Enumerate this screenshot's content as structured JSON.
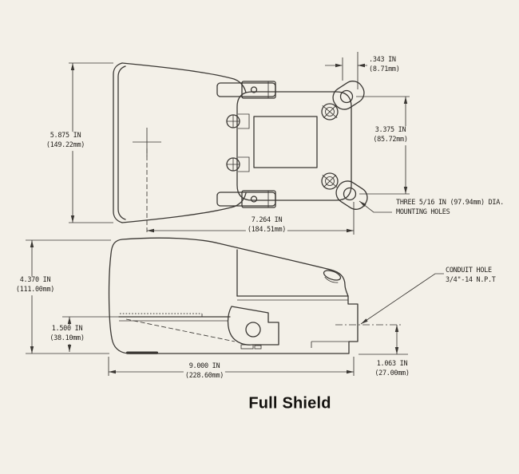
{
  "drawing": {
    "title": "Full Shield",
    "colors": {
      "background": "#f3f0e8",
      "line": "#3a3733",
      "text": "#26231f"
    },
    "top_view": {
      "overall_width": {
        "in": "5.875 IN",
        "mm": "(149.22mm)"
      },
      "hole_inset": {
        "in": ".343 IN",
        "mm": "(8.71mm)"
      },
      "hole_spacing": {
        "in": "3.375 IN",
        "mm": "(85.72mm)"
      },
      "length_to_center": {
        "in": "7.264 IN",
        "mm": "(184.51mm)"
      },
      "mounting_note": {
        "line1": "THREE 5/16 IN (97.94mm) DIA.",
        "line2": "MOUNTING HOLES"
      }
    },
    "side_view": {
      "overall_height": {
        "in": "4.370 IN",
        "mm": "(111.00mm)"
      },
      "pedal_height": {
        "in": "1.500 IN",
        "mm": "(38.10mm)"
      },
      "overall_length": {
        "in": "9.000 IN",
        "mm": "(228.60mm)"
      },
      "conduit_height": {
        "in": "1.063 IN",
        "mm": "(27.00mm)"
      },
      "conduit_note": {
        "line1": "CONDUIT HOLE",
        "line2": "3/4\"-14 N.P.T"
      }
    }
  }
}
